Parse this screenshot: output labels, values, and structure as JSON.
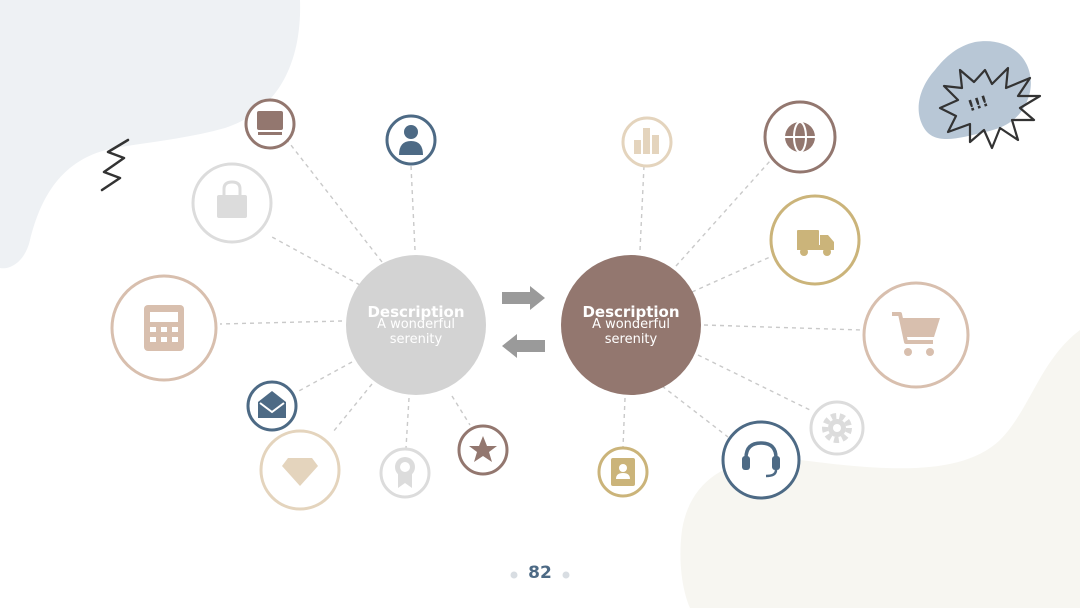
{
  "colors": {
    "gray_hub": "#d3d3d3",
    "brown_hub": "#93776f",
    "blue": "#4d6a85",
    "brown": "#93776f",
    "tan": "#d8bfae",
    "beige": "#e4d4bd",
    "gold": "#cbb47a",
    "light_gray": "#dcdcdc",
    "arrow": "#9a9a9a",
    "blob_left": "#eef1f4",
    "blob_right": "#f7f6f1",
    "blob_badge": "#b8c7d6"
  },
  "hubs": [
    {
      "title": "Description",
      "subtitle": "A wonderful serenity"
    },
    {
      "title": "Description",
      "subtitle": "A wonderful serenity"
    }
  ],
  "left_icons": [
    "monitor-icon",
    "user-icon",
    "shopping-bag-icon",
    "calculator-icon",
    "mail-open-icon",
    "diamond-icon",
    "award-icon",
    "star-icon"
  ],
  "right_icons": [
    "bar-chart-icon",
    "globe-icon",
    "truck-icon",
    "shopping-cart-icon",
    "gear-icon",
    "headset-icon",
    "contact-book-icon"
  ],
  "decorations": {
    "badge_text": "!!!"
  },
  "page_number": "82"
}
